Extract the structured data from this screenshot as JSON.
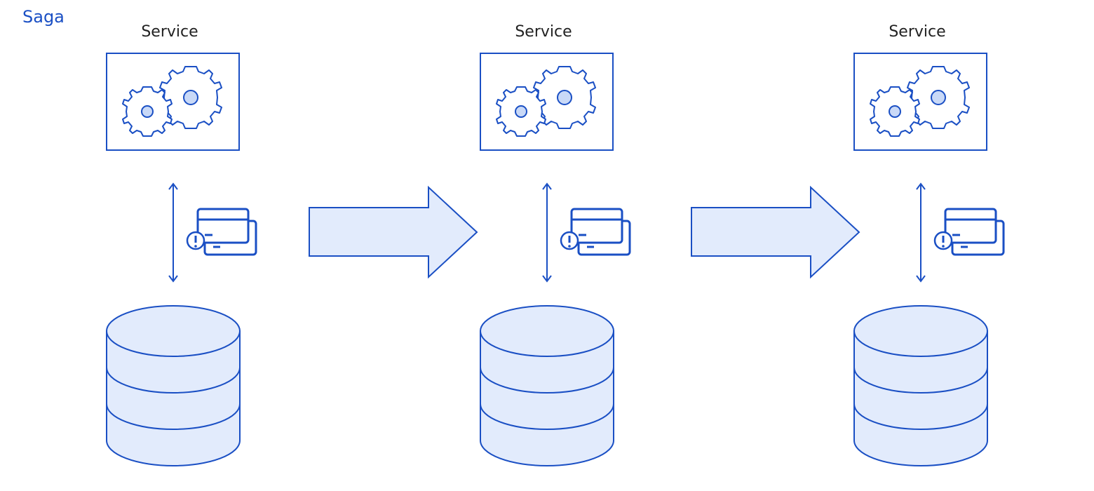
{
  "title": "Saga",
  "services": [
    {
      "label": "Service"
    },
    {
      "label": "Service"
    },
    {
      "label": "Service"
    }
  ],
  "colors": {
    "stroke": "#1a4fc4",
    "fill": "#e2ebfc",
    "text": "#222222",
    "title": "#1a4fc4"
  },
  "icons": [
    "gears-icon",
    "payment-card-warning-icon",
    "database-icon",
    "bidirectional-arrow-icon",
    "flow-arrow-icon"
  ]
}
